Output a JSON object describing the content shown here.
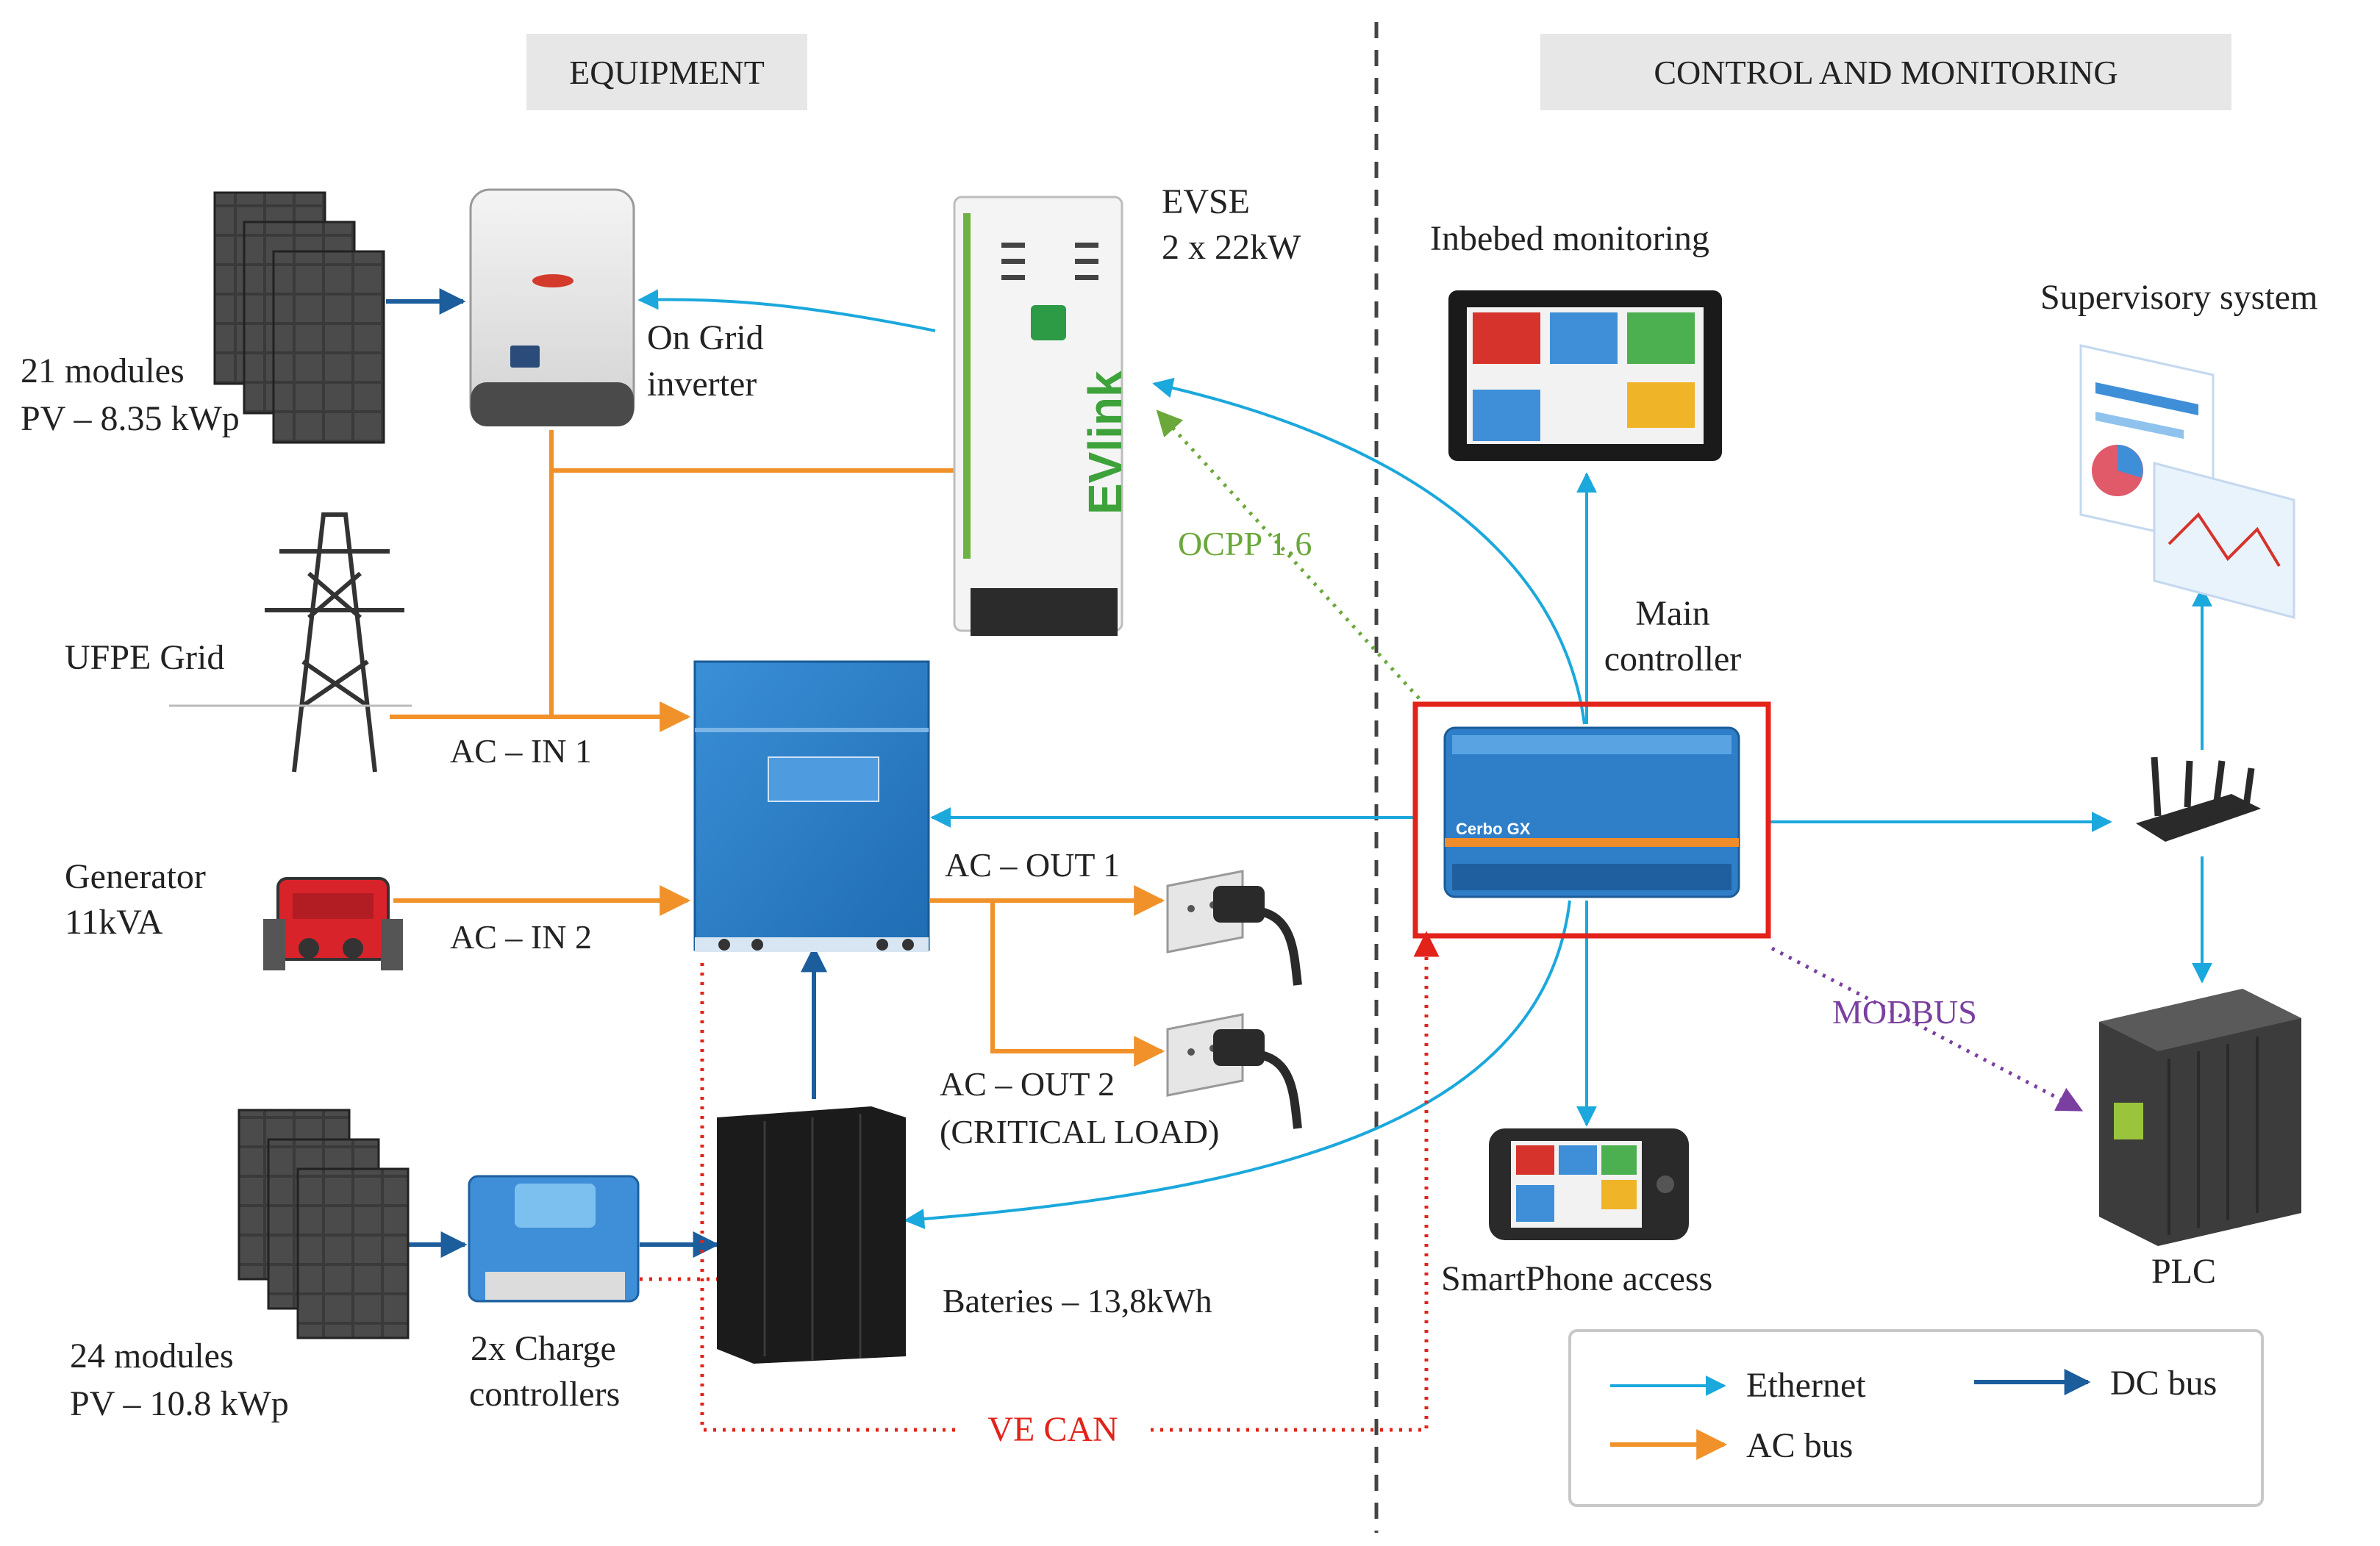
{
  "headers": {
    "equipment": "EQUIPMENT",
    "control": "CONTROL AND MONITORING"
  },
  "labels": {
    "pv1_count": "21 modules",
    "pv1_power": "PV – 8.35 kWp",
    "inverter_1": "On Grid",
    "inverter_2": "inverter",
    "evse_1": "EVSE",
    "evse_2": "2 x 22kW",
    "evse_brand": "EVlink",
    "ocpp": "OCPP 1.6",
    "grid": "UFPE Grid",
    "ac_in_1": "AC – IN 1",
    "generator_1": "Generator",
    "generator_2": "11kVA",
    "ac_in_2": "AC – IN 2",
    "ac_out_1": "AC – OUT  1",
    "ac_out_2": "AC – OUT  2",
    "critical_load": "(CRITICAL LOAD)",
    "pv2_count": "24 modules",
    "pv2_power": "PV – 10.8 kWp",
    "charge_1": "2x Charge",
    "charge_2": "controllers",
    "batteries": "Bateries  – 13,8kWh",
    "vecan": "VE CAN",
    "inbebed": "Inbebed monitoring",
    "main_controller_1": "Main",
    "main_controller_2": "controller",
    "cerbo_brand": "Cerbo GX",
    "supervisory": "Supervisory system",
    "modbus": "MODBUS",
    "smartphone": "SmartPhone access",
    "plc": "PLC"
  },
  "legend": {
    "ethernet": "Ethernet",
    "dc_bus": "DC bus",
    "ac_bus": "AC bus"
  },
  "colors": {
    "ethernet": "#1ba8dc",
    "ac_bus": "#f0912a",
    "dc_bus": "#1c5d9c",
    "ocpp": "#6aa83a",
    "vecan": "#e2231a",
    "modbus": "#7a3fa0",
    "highlight": "#e2231a"
  },
  "icons": [
    "solar-panel-icon",
    "inverter-icon",
    "ev-charger-icon",
    "transmission-tower-icon",
    "generator-icon",
    "multiplus-inverter-icon",
    "power-outlet-icon",
    "plug-icon",
    "battery-cabinet-icon",
    "charge-controller-icon",
    "monitor-display-icon",
    "dashboard-icon",
    "router-icon",
    "plc-icon",
    "smartphone-icon",
    "cerbo-gx-icon"
  ]
}
